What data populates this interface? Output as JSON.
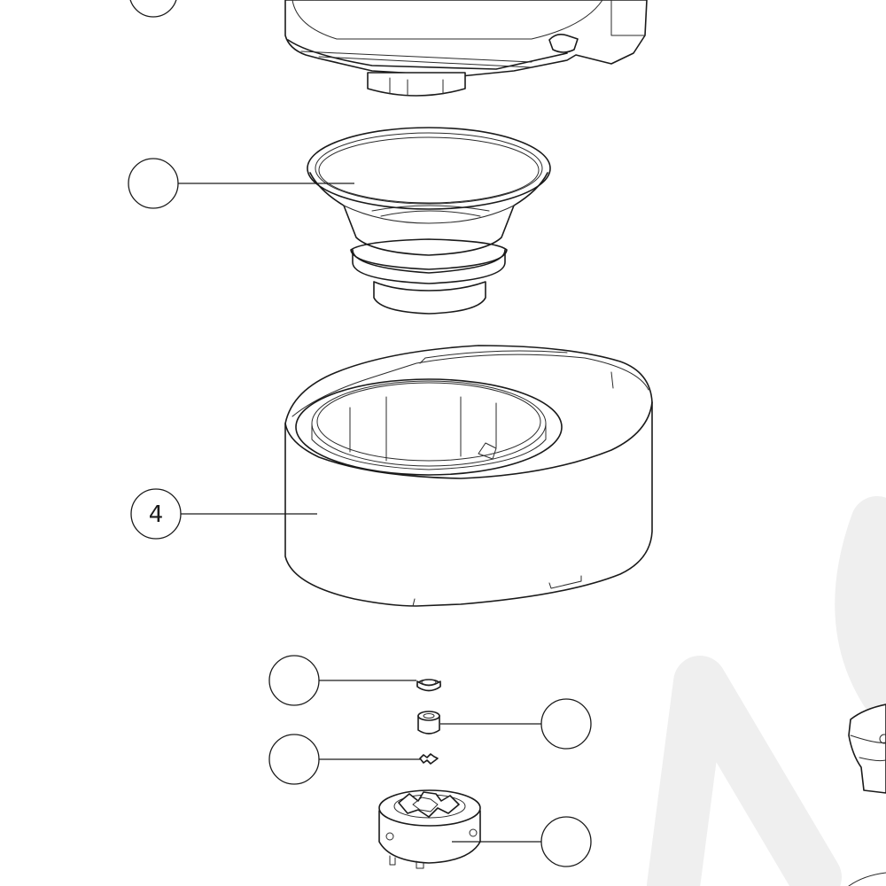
{
  "diagram": {
    "type": "exploded-parts-view",
    "callouts": [
      {
        "id": "top",
        "label": ""
      },
      {
        "id": "funnel",
        "label": ""
      },
      {
        "id": "housing",
        "label": "4"
      },
      {
        "id": "small-cap",
        "label": ""
      },
      {
        "id": "bushing",
        "label": ""
      },
      {
        "id": "star-washer",
        "label": ""
      },
      {
        "id": "coupler",
        "label": ""
      }
    ]
  }
}
